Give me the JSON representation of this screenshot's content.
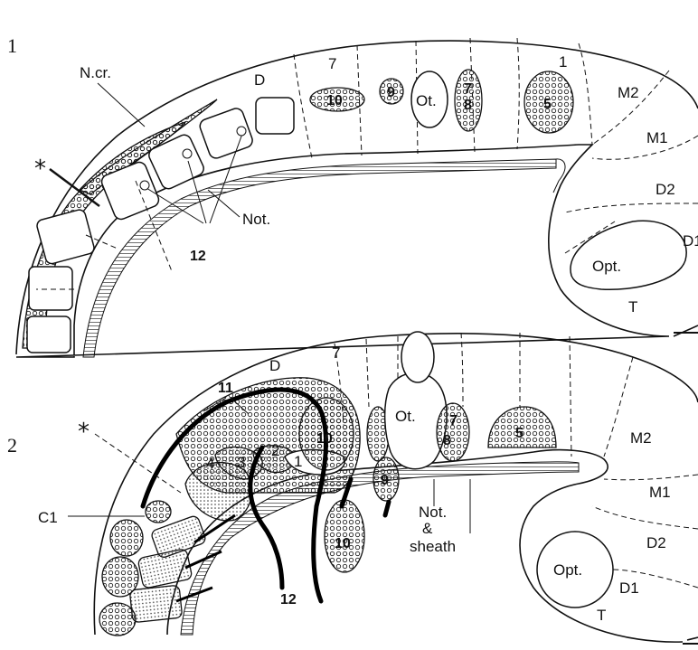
{
  "figure_numbers": {
    "fig1": "1",
    "fig2": "2"
  },
  "fig1": {
    "labels": {
      "D": "D",
      "seven": "7",
      "one": "1",
      "M2": "M2",
      "M1": "M1",
      "D2": "D2",
      "D1": "D1",
      "T": "T",
      "Opt": "Opt.",
      "Ot": "Ot.",
      "Ncr": "N.cr.",
      "Not": "Not.",
      "star": "*",
      "g10": "10",
      "g9": "9",
      "g7": "7",
      "g8": "8",
      "g5": "5",
      "n12": "12"
    }
  },
  "fig2": {
    "labels": {
      "D": "D",
      "seven": "7",
      "n11": "11",
      "M2": "M2",
      "M1": "M1",
      "D2": "D2",
      "D1": "D1",
      "T": "T",
      "Opt": "Opt.",
      "Ot": "Ot.",
      "C1": "C1",
      "star": "*",
      "not": "Not.",
      "amp": "&",
      "sheath": "sheath",
      "g10a": "10",
      "g10b": "10",
      "g9": "9",
      "g7": "7",
      "g8": "8",
      "g5": "5",
      "n12": "12",
      "s1": "1",
      "s2": "2",
      "s3": "3",
      "s4": "4"
    }
  }
}
